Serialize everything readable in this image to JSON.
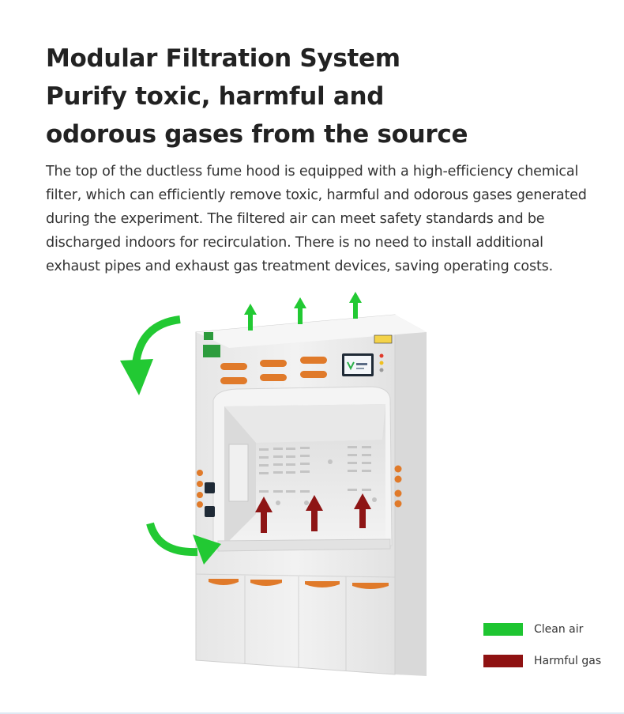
{
  "heading": {
    "line1": "Modular Filtration System",
    "line2": "Purify toxic, harmful and",
    "line3": "odorous gases from the source"
  },
  "description": "The top of the ductless fume hood is equipped with a high-efficiency chemical filter, which can efficiently remove toxic, harmful and odorous gases generated during the experiment. The filtered air can meet safety standards and be discharged indoors for recirculation. There is no need to install additional exhaust pipes and exhaust gas treatment devices, saving operating costs.",
  "legend": {
    "clean_air": {
      "label": "Clean air",
      "color": "#1ec531"
    },
    "harmful_gas": {
      "label": "Harmful gas",
      "color": "#8f1212"
    }
  },
  "colors": {
    "cabinet_body": "#ececec",
    "vent_orange": "#e07a2a",
    "clean_arrow": "#22c933",
    "harmful_arrow": "#8e1515"
  },
  "icons": {
    "clean_air_arrows": "up-arrow-green",
    "harmful_gas_arrows": "up-arrow-red",
    "air_flow_arrows": "curved-arrow-green",
    "control_panel": "display-screen"
  }
}
